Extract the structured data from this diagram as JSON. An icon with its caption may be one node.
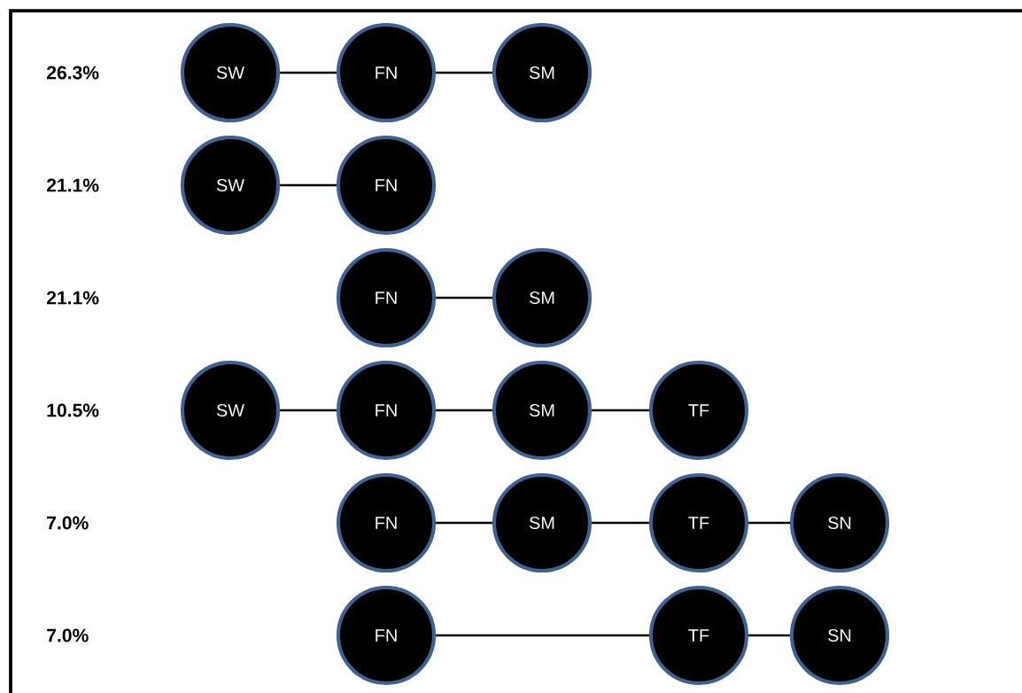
{
  "diagram": {
    "nodes": [
      {
        "text": [
          "SW"
        ]
      },
      {
        "text": [
          "FN"
        ]
      },
      {
        "text": [
          "SM"
        ]
      },
      {
        "text": [
          "SW"
        ]
      },
      {
        "text": [
          "FN"
        ]
      },
      {
        "text": [
          "FN"
        ]
      },
      {
        "text": [
          "SM"
        ]
      },
      {
        "text": [
          "SW"
        ]
      },
      {
        "text": [
          "FN"
        ]
      },
      {
        "text": [
          "SM"
        ]
      },
      {
        "text": [
          "TF"
        ]
      },
      {
        "text": [
          "FN"
        ]
      },
      {
        "text": [
          "SM"
        ]
      },
      {
        "text": [
          "TF"
        ]
      },
      {
        "text": [
          "SN"
        ]
      },
      {
        "text": [
          "FN"
        ]
      },
      {
        "text": [
          "TF"
        ]
      },
      {
        "text": [
          "SN"
        ]
      }
    ],
    "edges": [
      {
        "from": 0,
        "to": 1,
        "arrow": "none"
      },
      {
        "from": 1,
        "to": 2,
        "arrow": "none"
      },
      {
        "from": 3,
        "to": 4,
        "arrow": "none"
      },
      {
        "from": 5,
        "to": 6,
        "arrow": "none"
      },
      {
        "from": 7,
        "to": 8,
        "arrow": "none"
      },
      {
        "from": 8,
        "to": 9,
        "arrow": "none"
      },
      {
        "from": 9,
        "to": 10,
        "arrow": "none"
      },
      {
        "from": 11,
        "to": 12,
        "arrow": "none"
      },
      {
        "from": 12,
        "to": 13,
        "arrow": "none"
      },
      {
        "from": 13,
        "to": 14,
        "arrow": "none"
      },
      {
        "from": 15,
        "to": 16,
        "arrow": "none"
      },
      {
        "from": 16,
        "to": 17,
        "arrow": "none"
      }
    ],
    "labels": [
      "26.3%",
      "21.1%",
      "21.1%",
      "10.5%",
      "7.0%",
      "7.0%"
    ]
  }
}
